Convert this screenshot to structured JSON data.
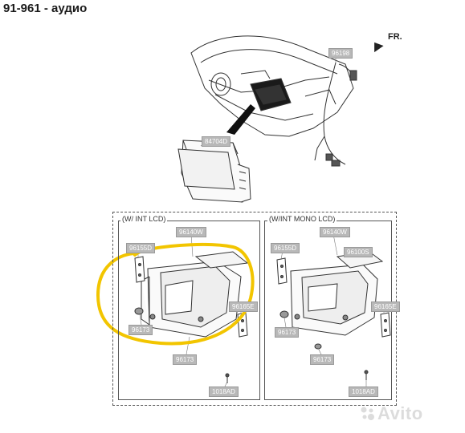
{
  "title": "91-961 - аудио",
  "direction_label": "FR.",
  "parts": {
    "wiring": "96198",
    "overview_unit": "84704D",
    "lcd_main": "96140W",
    "lcd_bracket_left": "96155D",
    "lcd_bracket_right": "96165E",
    "lcd_knob": "96173",
    "lcd_screw": "1018AD",
    "mono_main": "96140W",
    "mono_bracket_left": "96155D",
    "mono_display": "96100S",
    "mono_bracket_right": "96165E",
    "mono_knob": "96173",
    "mono_screw": "1018AD"
  },
  "variants": {
    "lcd": "(W/ INT LCD)",
    "mono": "(W/INT MONO LCD)"
  },
  "highlight_color": "#f2c500",
  "watermark": "Avito"
}
